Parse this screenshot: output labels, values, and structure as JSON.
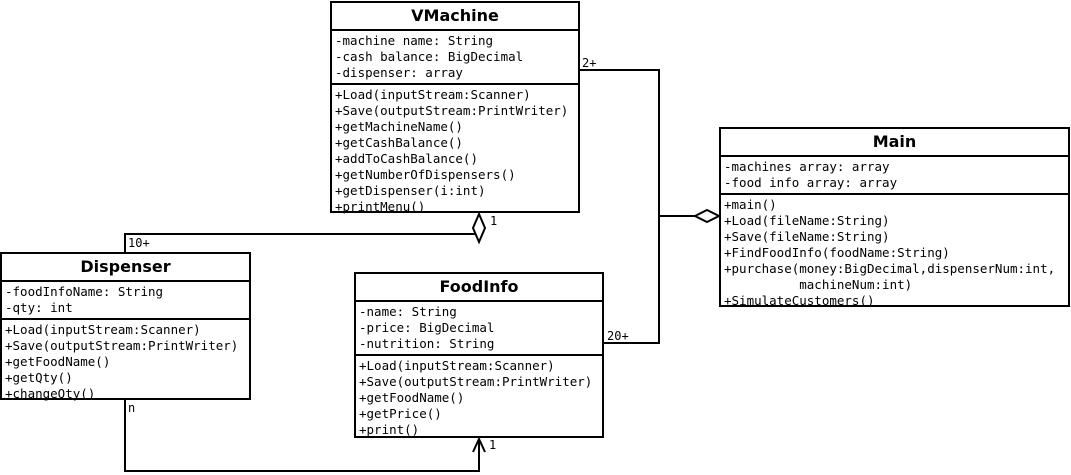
{
  "classes": {
    "vmachine": {
      "name": "VMachine",
      "attributes": [
        "-machine name: String",
        "-cash balance: BigDecimal",
        "-dispenser: array"
      ],
      "methods": [
        "+Load(inputStream:Scanner)",
        "+Save(outputStream:PrintWriter)",
        "+getMachineName()",
        "+getCashBalance()",
        "+addToCashBalance()",
        "+getNumberOfDispensers()",
        "+getDispenser(i:int)",
        "+printMenu()"
      ]
    },
    "main": {
      "name": "Main",
      "attributes": [
        "-machines array: array",
        "-food info array: array"
      ],
      "methods": [
        "+main()",
        "+Load(fileName:String)",
        "+Save(fileName:String)",
        "+FindFoodInfo(foodName:String)",
        "+purchase(money:BigDecimal,dispenserNum:int,",
        "          machineNum:int)",
        "+SimulateCustomers()"
      ]
    },
    "dispenser": {
      "name": "Dispenser",
      "attributes": [
        "-foodInfoName: String",
        "-qty: int"
      ],
      "methods": [
        "+Load(inputStream:Scanner)",
        "+Save(outputStream:PrintWriter)",
        "+getFoodName()",
        "+getQty()",
        "+changeQty()"
      ]
    },
    "foodinfo": {
      "name": "FoodInfo",
      "attributes": [
        "-name: String",
        "-price: BigDecimal",
        "-nutrition: String"
      ],
      "methods": [
        "+Load(inputStream:Scanner)",
        "+Save(outputStream:PrintWriter)",
        "+getFoodName()",
        "+getPrice()",
        "+print()"
      ]
    }
  },
  "multiplicities": {
    "vmachine_to_main": "2+",
    "dispenser_to_vmachine": "10+",
    "vmachine_from_dispenser": "1",
    "foodinfo_to_main": "20+",
    "dispenser_to_foodinfo": "n",
    "foodinfo_from_dispenser": "1"
  }
}
